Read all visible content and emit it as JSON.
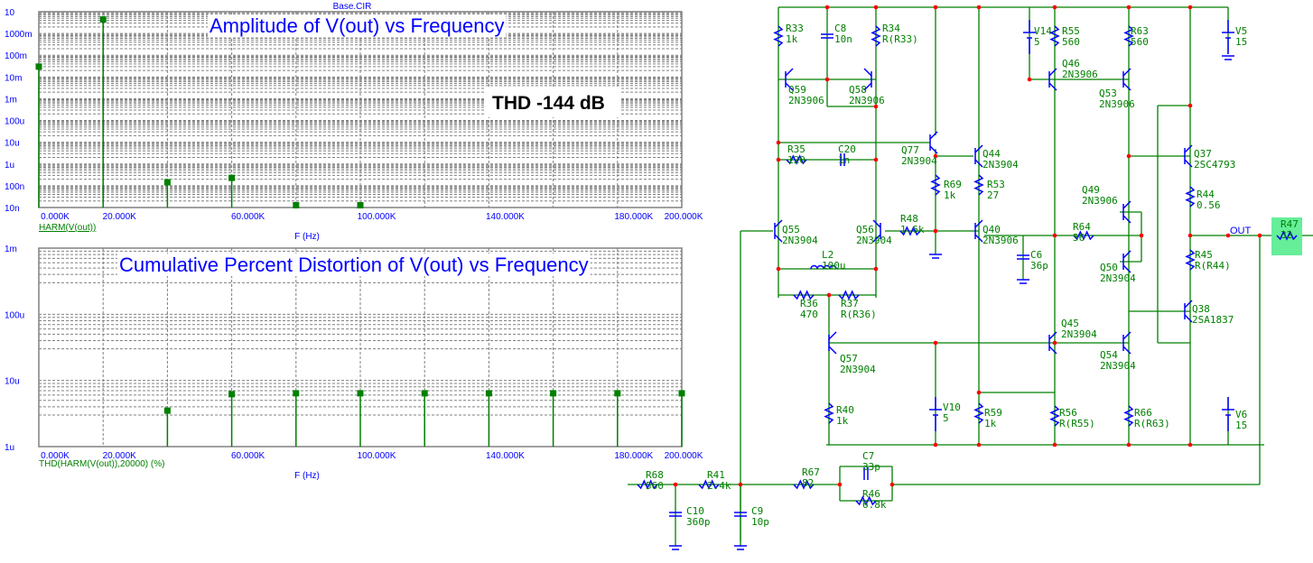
{
  "file_label": "Base.CIR",
  "thd_annotation": "THD -144 dB",
  "colors": {
    "trace": "#008000",
    "axis_text": "#0000ff",
    "grid": "#808080",
    "wire": "#008000",
    "component": "#0000ff",
    "node": "#ff0000",
    "highlight": "#66ee99"
  },
  "chart_data": [
    {
      "type": "bar",
      "title": "Amplitude of V(out) vs Frequency",
      "xlabel": "F (Hz)",
      "series_label": "HARM(V(out))",
      "yscale": "log",
      "ylim": [
        1e-08,
        10
      ],
      "xlim": [
        0,
        200000
      ],
      "grid": true,
      "x_tick_labels": [
        "0.000K",
        "20.000K",
        "60.000K",
        "100.000K",
        "140.000K",
        "180.000K",
        "200.000K"
      ],
      "x_tick_values": [
        0,
        20000,
        60000,
        100000,
        140000,
        180000,
        200000
      ],
      "y_tick_labels": [
        "10",
        "1000m",
        "100m",
        "10m",
        "1m",
        "100u",
        "10u",
        "1u",
        "100n",
        "10n"
      ],
      "y_tick_values": [
        10,
        1,
        0.1,
        0.01,
        0.001,
        0.0001,
        1e-05,
        1e-06,
        1e-07,
        1e-08
      ],
      "x": [
        0,
        20000,
        40000,
        60000,
        80000,
        100000
      ],
      "values": [
        0.03,
        4.4,
        1.45e-07,
        2.3e-07,
        1e-08,
        1e-08
      ]
    },
    {
      "type": "bar",
      "title": "Cumulative Percent Distortion of V(out) vs Frequency",
      "xlabel": "F (Hz)",
      "series_label": "THD(HARM(V(out)),20000) (%)",
      "yscale": "log",
      "ylim": [
        1e-06,
        0.001
      ],
      "xlim": [
        0,
        200000
      ],
      "grid": true,
      "x_tick_labels": [
        "0.000K",
        "20.000K",
        "60.000K",
        "100.000K",
        "140.000K",
        "180.000K",
        "200.000K"
      ],
      "x_tick_values": [
        0,
        20000,
        60000,
        100000,
        140000,
        180000,
        200000
      ],
      "y_tick_labels": [
        "1m",
        "100u",
        "10u",
        "1u"
      ],
      "y_tick_values": [
        0.001,
        0.0001,
        1e-05,
        1e-06
      ],
      "x": [
        40000,
        60000,
        80000,
        100000,
        120000,
        140000,
        160000,
        180000,
        200000
      ],
      "values": [
        3.5e-06,
        6.2e-06,
        6.4e-06,
        6.4e-06,
        6.4e-06,
        6.4e-06,
        6.4e-06,
        6.4e-06,
        6.4e-06
      ]
    }
  ],
  "schematic": {
    "out_label": "OUT",
    "components": [
      {
        "ref": "R33",
        "value": "1k"
      },
      {
        "ref": "C8",
        "value": "10n"
      },
      {
        "ref": "R34",
        "value": "R(R33)"
      },
      {
        "ref": "Q59",
        "value": "2N3906"
      },
      {
        "ref": "Q58",
        "value": "2N3906"
      },
      {
        "ref": "R35",
        "value": "120"
      },
      {
        "ref": "C20",
        "value": "1n"
      },
      {
        "ref": "Q77",
        "value": "2N3904"
      },
      {
        "ref": "Q44",
        "value": "2N3904"
      },
      {
        "ref": "R69",
        "value": "1k"
      },
      {
        "ref": "R53",
        "value": "27"
      },
      {
        "ref": "Q55",
        "value": "2N3904"
      },
      {
        "ref": "Q56",
        "value": "2N3904"
      },
      {
        "ref": "R48",
        "value": "1.6k"
      },
      {
        "ref": "Q40",
        "value": "2N3906"
      },
      {
        "ref": "L2",
        "value": "100u"
      },
      {
        "ref": "R36",
        "value": "470"
      },
      {
        "ref": "R37",
        "value": "R(R36)"
      },
      {
        "ref": "Q57",
        "value": "2N3904"
      },
      {
        "ref": "R40",
        "value": "1k"
      },
      {
        "ref": "V10",
        "value": "5"
      },
      {
        "ref": "R59",
        "value": "1k"
      },
      {
        "ref": "C6",
        "value": "36p"
      },
      {
        "ref": "R64",
        "value": "56"
      },
      {
        "ref": "V14",
        "value": "5"
      },
      {
        "ref": "R55",
        "value": "560"
      },
      {
        "ref": "R63",
        "value": "560"
      },
      {
        "ref": "V5",
        "value": "15"
      },
      {
        "ref": "Q46",
        "value": "2N3906"
      },
      {
        "ref": "Q53",
        "value": "2N3906"
      },
      {
        "ref": "Q37",
        "value": "2SC4793"
      },
      {
        "ref": "R44",
        "value": "0.56"
      },
      {
        "ref": "R47",
        "value": "32"
      },
      {
        "ref": "R45",
        "value": "R(R44)"
      },
      {
        "ref": "Q49",
        "value": "2N3906"
      },
      {
        "ref": "Q50",
        "value": "2N3904"
      },
      {
        "ref": "Q38",
        "value": "2SA1837"
      },
      {
        "ref": "Q45",
        "value": "2N3904"
      },
      {
        "ref": "Q54",
        "value": "2N3904"
      },
      {
        "ref": "R56",
        "value": "R(R55)"
      },
      {
        "ref": "R66",
        "value": "R(R63)"
      },
      {
        "ref": "V6",
        "value": "15"
      },
      {
        "ref": "C7",
        "value": "33p"
      },
      {
        "ref": "R46",
        "value": "6.8k"
      },
      {
        "ref": "R67",
        "value": "82"
      },
      {
        "ref": "R41",
        "value": "2.4k"
      },
      {
        "ref": "R68",
        "value": "560"
      },
      {
        "ref": "C10",
        "value": "360p"
      },
      {
        "ref": "C9",
        "value": "10p"
      }
    ]
  }
}
